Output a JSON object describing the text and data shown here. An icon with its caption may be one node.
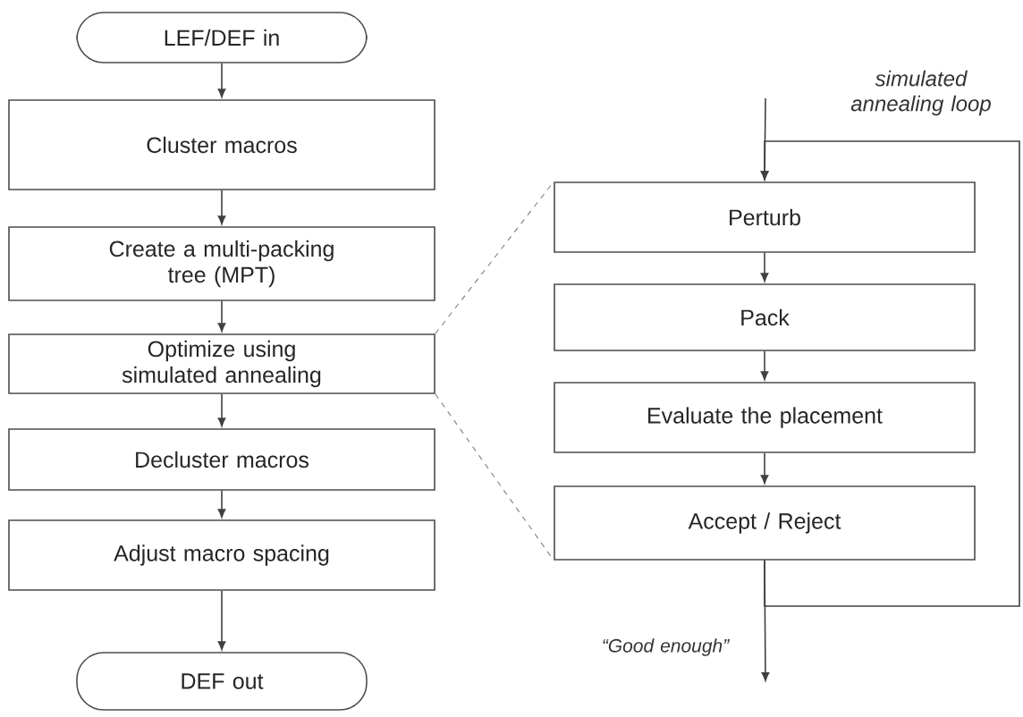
{
  "diagram": {
    "nodes": [
      {
        "text": [
          "LEF/DEF in"
        ]
      },
      {
        "text": [
          "Cluster macros"
        ]
      },
      {
        "text": [
          "Create a multi-packing tree (MPT)"
        ]
      },
      {
        "text": [
          "Optimize using simulated annealing"
        ]
      },
      {
        "text": [
          "Decluster macros"
        ]
      },
      {
        "text": [
          "Adjust macro spacing"
        ]
      },
      {
        "text": [
          "DEF out"
        ]
      },
      {
        "text": [
          "Perturb"
        ]
      },
      {
        "text": [
          "Pack"
        ]
      },
      {
        "text": [
          "Evaluate the placement"
        ]
      },
      {
        "text": [
          "Accept / Reject"
        ]
      }
    ],
    "edges": [
      {
        "from": 0,
        "to": 1,
        "arrow": "to"
      },
      {
        "from": 1,
        "to": 2,
        "arrow": "to"
      },
      {
        "from": 2,
        "to": 3,
        "arrow": "to"
      },
      {
        "from": 3,
        "to": 4,
        "arrow": "to"
      },
      {
        "from": 4,
        "to": 5,
        "arrow": "to"
      },
      {
        "from": 5,
        "to": 6,
        "arrow": "to"
      },
      {
        "from": null,
        "to": 7,
        "arrow": "to"
      },
      {
        "from": 7,
        "to": 8,
        "arrow": "to"
      },
      {
        "from": 8,
        "to": 9,
        "arrow": "to"
      },
      {
        "from": 9,
        "to": 10,
        "arrow": "to"
      },
      {
        "from": 10,
        "to": null,
        "arrow": "to",
        "label": "“Good enough”"
      },
      {
        "from": 10,
        "to": 7,
        "arrow": "to",
        "label": "simulated annealing loop"
      },
      {
        "from": 3,
        "to": 7,
        "arrow": "none",
        "style": "dashed"
      },
      {
        "from": 3,
        "to": 10,
        "arrow": "none",
        "style": "dashed"
      }
    ]
  }
}
